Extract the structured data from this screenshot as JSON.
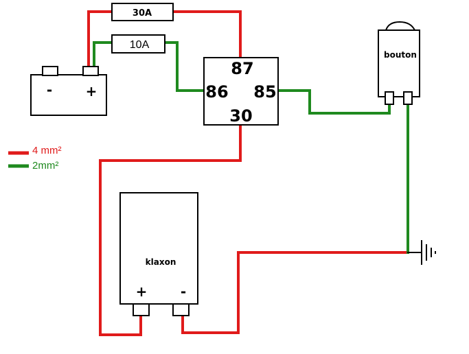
{
  "colors": {
    "wire_4mm": "#e01b1b",
    "wire_2mm": "#1f8a1f",
    "outline": "#000000",
    "background": "#ffffff"
  },
  "fuse_30": {
    "label": "30A"
  },
  "fuse_10": {
    "label": "10A"
  },
  "battery": {
    "minus_label": "-",
    "plus_label": "+"
  },
  "relay": {
    "pin_87": "87",
    "pin_86": "86",
    "pin_85": "85",
    "pin_30": "30"
  },
  "bouton": {
    "label": "bouton"
  },
  "klaxon": {
    "label": "klaxon",
    "plus_label": "+",
    "minus_label": "-"
  },
  "ground": {
    "icon": "ground-icon"
  },
  "legend": {
    "red_label": "4 mm²",
    "green_label": "2mm²"
  }
}
